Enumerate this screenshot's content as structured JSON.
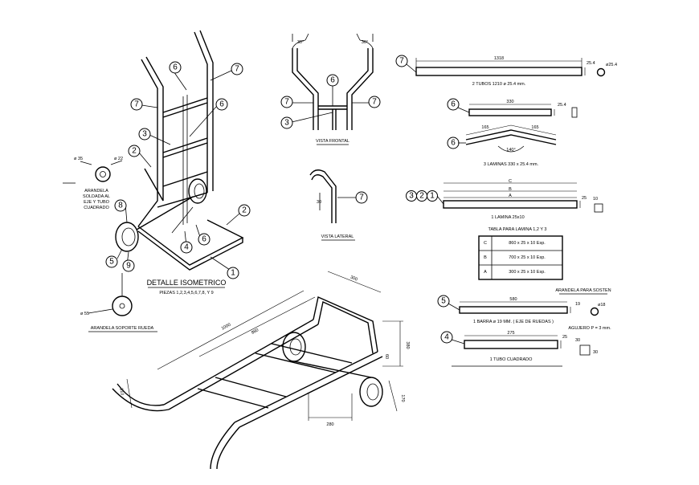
{
  "balloons": {
    "n1": "1",
    "n2": "2",
    "n3": "3",
    "n4": "4",
    "n5": "5",
    "n6": "6",
    "n7": "7",
    "n8": "8",
    "n9": "9"
  },
  "isometric": {
    "title": "DETALLE ISOMETRICO",
    "subtitle": "PIEZAS 1,2,3,4,5,6,7,8, Y 9"
  },
  "washer_top": {
    "dia_outer": "ø 35",
    "dia_inner": "ø 22",
    "label_lines": [
      "ARANDELA",
      "SOLDADA AL",
      "EJE Y TUBO",
      "CUADRADO"
    ]
  },
  "washer_bottom": {
    "dia": "ø 55",
    "label": "ARANDELA SOPORTE RUEDA"
  },
  "front_view": {
    "title": "VISTA FRONTAL",
    "angle_left": "30°",
    "angle_right": "30°"
  },
  "side_view": {
    "title": "VISTA LATERAL",
    "dim": "30"
  },
  "part7": {
    "length": "1318",
    "section": "25.4",
    "dia": "ø25.4",
    "caption": "2 TUBOS 1210 ø 25.4 mm."
  },
  "part6": {
    "length": "330",
    "section": "25.4",
    "seg_left": "165",
    "seg_right": "165",
    "angle": "140°",
    "caption": "3 LAMINAS 330 x 25.4 mm."
  },
  "part123": {
    "label_c": "C",
    "label_b": "B",
    "label_a": "A",
    "thk": "25",
    "width": "10",
    "caption": "1 LAMINA 25x10"
  },
  "table": {
    "title": "TABLA PARA LAMINA 1,2 Y 3",
    "rows": [
      {
        "key": "C",
        "value": "860 x 25 x 10 Esp."
      },
      {
        "key": "B",
        "value": "700 x 25 x 10 Esp."
      },
      {
        "key": "A",
        "value": "300 x 25 x 10 Esp."
      }
    ]
  },
  "part5": {
    "note_top": "ARANDELA PARA SOSTEN",
    "length": "580",
    "dia": "19",
    "dia_end": "ø18",
    "caption": "1 BARRA ø 19 MM. ( EJE DE RUEDAS )",
    "note_side": "AGUJERO P = 3 mm."
  },
  "part4": {
    "length": "275",
    "section": "25",
    "sec_w": "30",
    "sec_h": "30",
    "caption": "1 TUBO CUADRADO"
  },
  "iso_big": {
    "d_total": "1000",
    "d_inner": "880",
    "d_top": "300",
    "d_right": "380",
    "d_bottom": "280",
    "d_left": "310",
    "d_side": "170",
    "d_small": "60"
  }
}
